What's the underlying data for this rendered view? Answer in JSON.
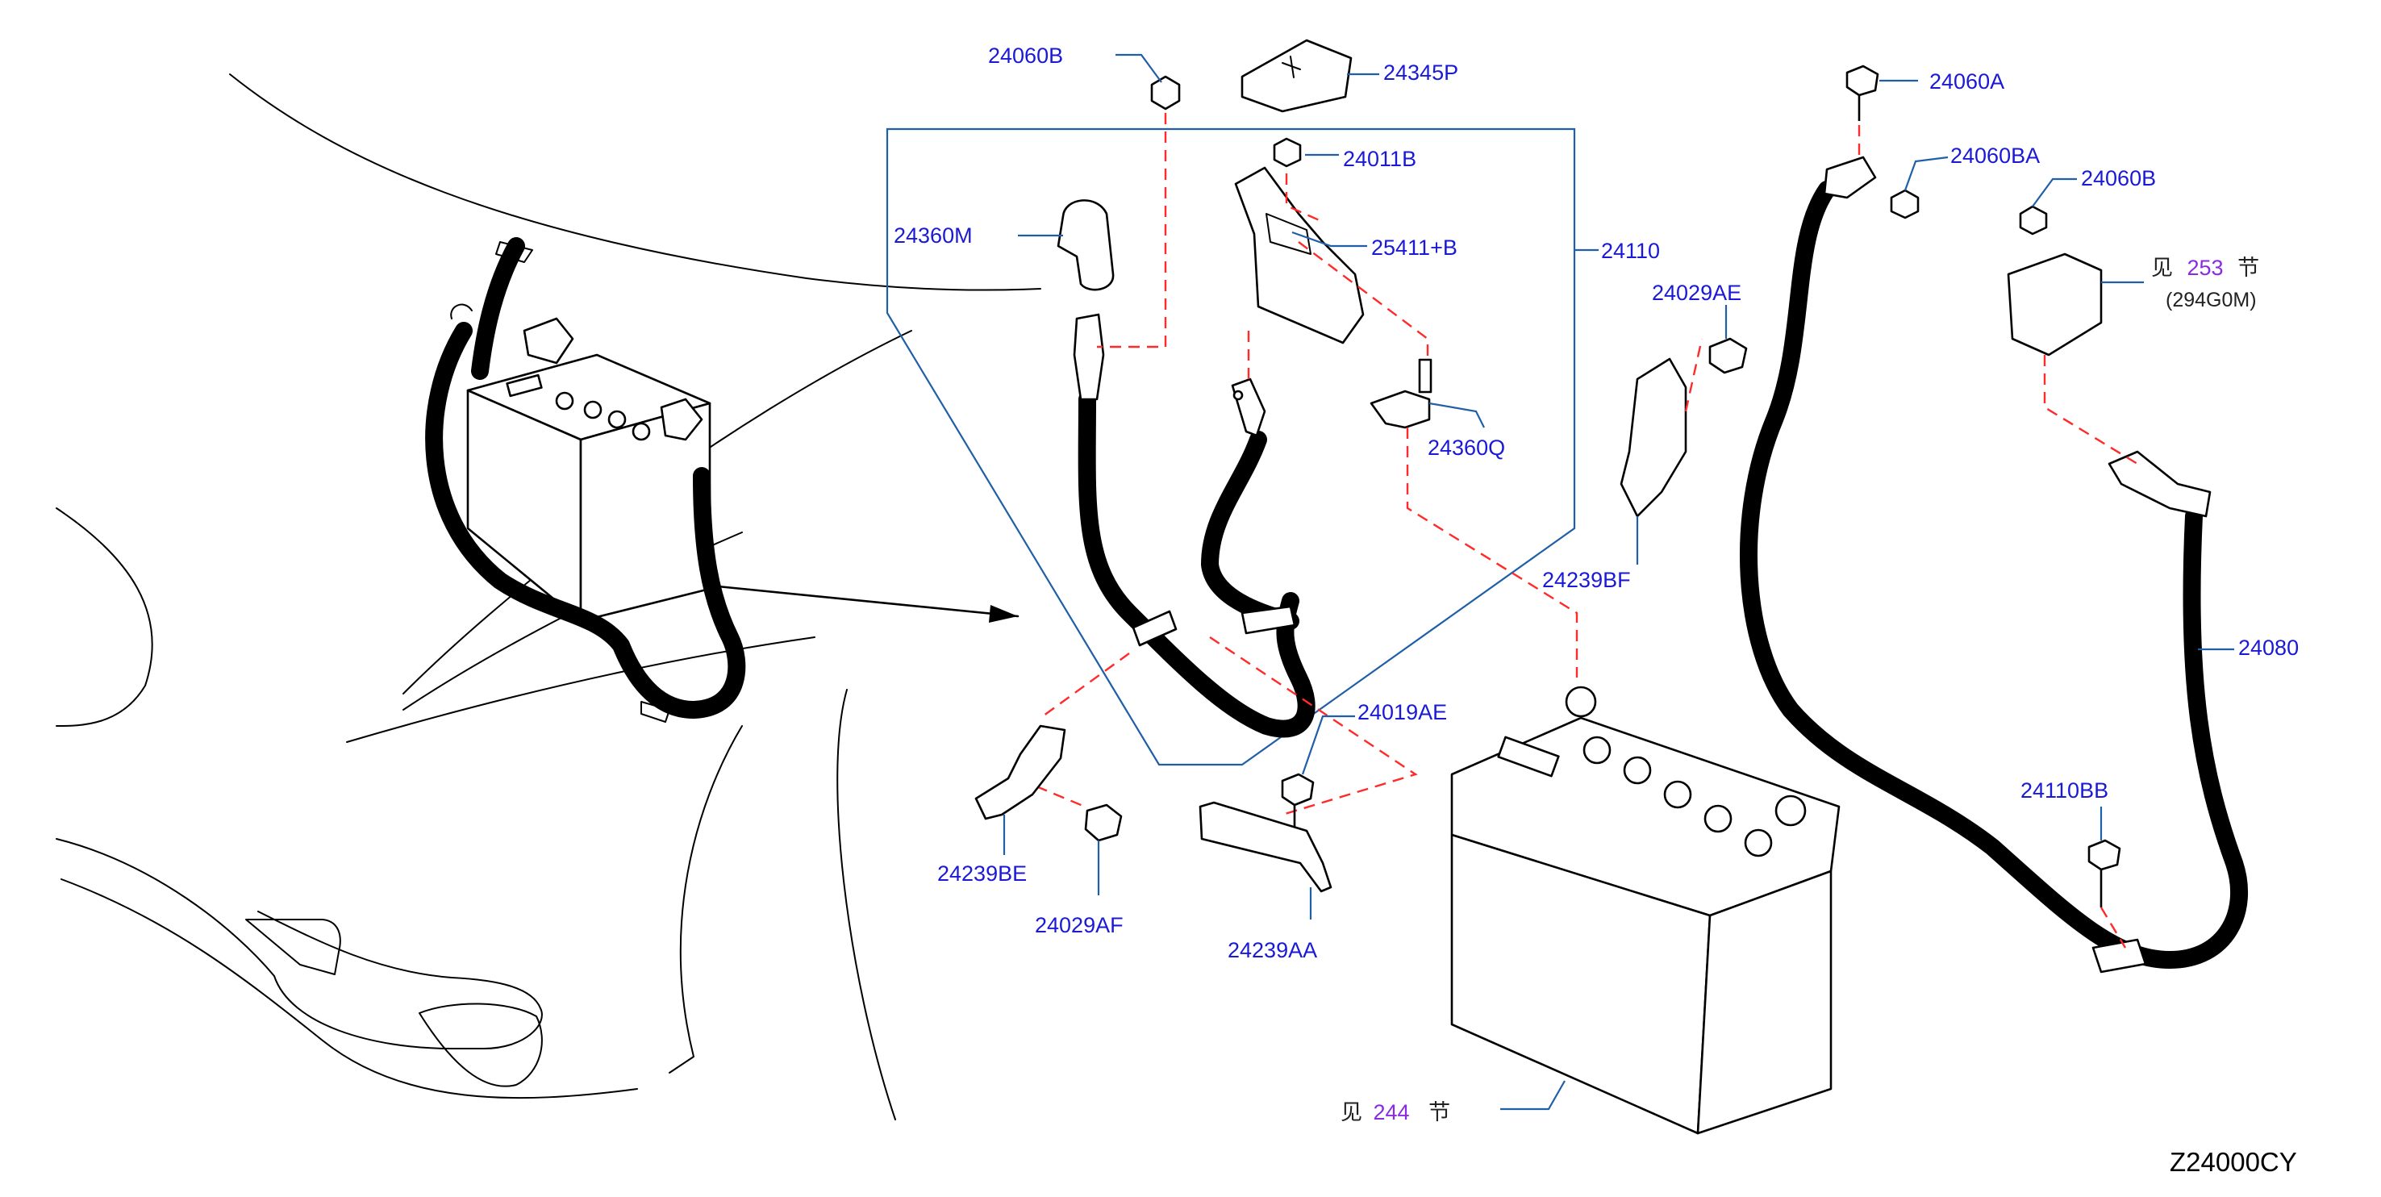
{
  "diagram_code": "Z24000CY",
  "see_prefix": "见",
  "see_suffix": "节",
  "sections": {
    "battery": "244",
    "relay": "253"
  },
  "relay_part": "(294G0M)",
  "parts": {
    "p24060B_top": "24060B",
    "p24345P": "24345P",
    "p24011B": "24011B",
    "p24360M": "24360M",
    "p25411B": "25411+B",
    "p24110": "24110",
    "p24360Q": "24360Q",
    "p24060A": "24060A",
    "p24060BA": "24060BA",
    "p24060B_right": "24060B",
    "p24029AE": "24029AE",
    "p24239BF": "24239BF",
    "p24080": "24080",
    "p24019AE": "24019AE",
    "p24239BE": "24239BE",
    "p24029AF": "24029AF",
    "p24239AA": "24239AA",
    "p24110BB": "24110BB"
  },
  "colors": {
    "part_number": "#1a1ad6",
    "section_ref": "#8a2be2",
    "leader_line": "#1f5fa8",
    "assembly_dash": "#ff2a2a"
  }
}
